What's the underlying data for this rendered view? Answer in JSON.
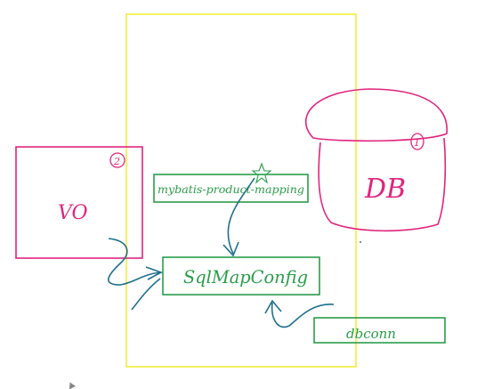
{
  "colors": {
    "yellow": "#f2ee3a",
    "magenta": "#e0257e",
    "green": "#2a9d4a",
    "blue": "#1f6e8c"
  },
  "labels": {
    "vo": "VO",
    "vo_badge": "2",
    "db": "DB",
    "db_badge": "1",
    "mapping": "mybatis-product-mapping",
    "sqlmap": "SqlMapConfig",
    "dbconn": "dbconn"
  }
}
